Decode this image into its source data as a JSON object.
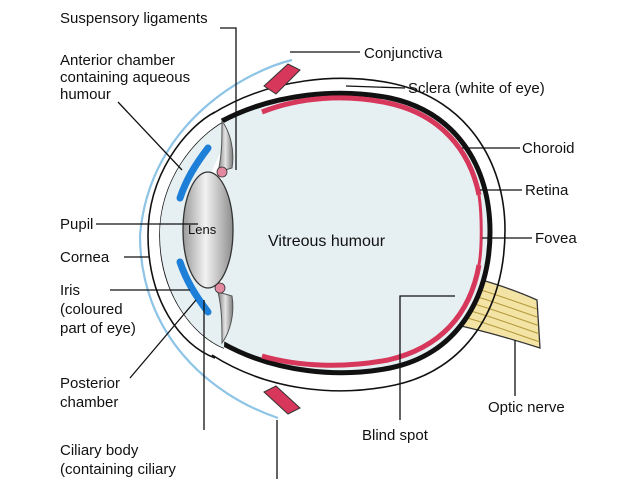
{
  "labels": {
    "suspensory_ligaments": "Suspensory ligaments",
    "anterior_chamber_1": "Anterior chamber",
    "anterior_chamber_2": "containing aqueous",
    "anterior_chamber_3": "humour",
    "conjunctiva": "Conjunctiva",
    "sclera": "Sclera (white of eye)",
    "choroid": "Choroid",
    "retina": "Retina",
    "fovea": "Fovea",
    "pupil": "Pupil",
    "cornea": "Cornea",
    "lens": "Lens",
    "vitreous": "Vitreous humour",
    "iris_1": "Iris",
    "iris_2": "(coloured",
    "iris_3": "part of eye)",
    "posterior_1": "Posterior",
    "posterior_2": "chamber",
    "ciliary_1": "Ciliary body",
    "ciliary_2": "(containing ciliary",
    "blind_spot": "Blind spot",
    "optic_nerve": "Optic nerve"
  },
  "colors": {
    "vitreous_fill": "#e6f0f3",
    "retina_red": "#d6375a",
    "choroid_black": "#111111",
    "cornea_blue": "#8ec4e6",
    "iris_blue": "#1e7fd8",
    "lens_grey": "#b5b5b5",
    "optic_nerve_yellow": "#f3e3a4"
  }
}
